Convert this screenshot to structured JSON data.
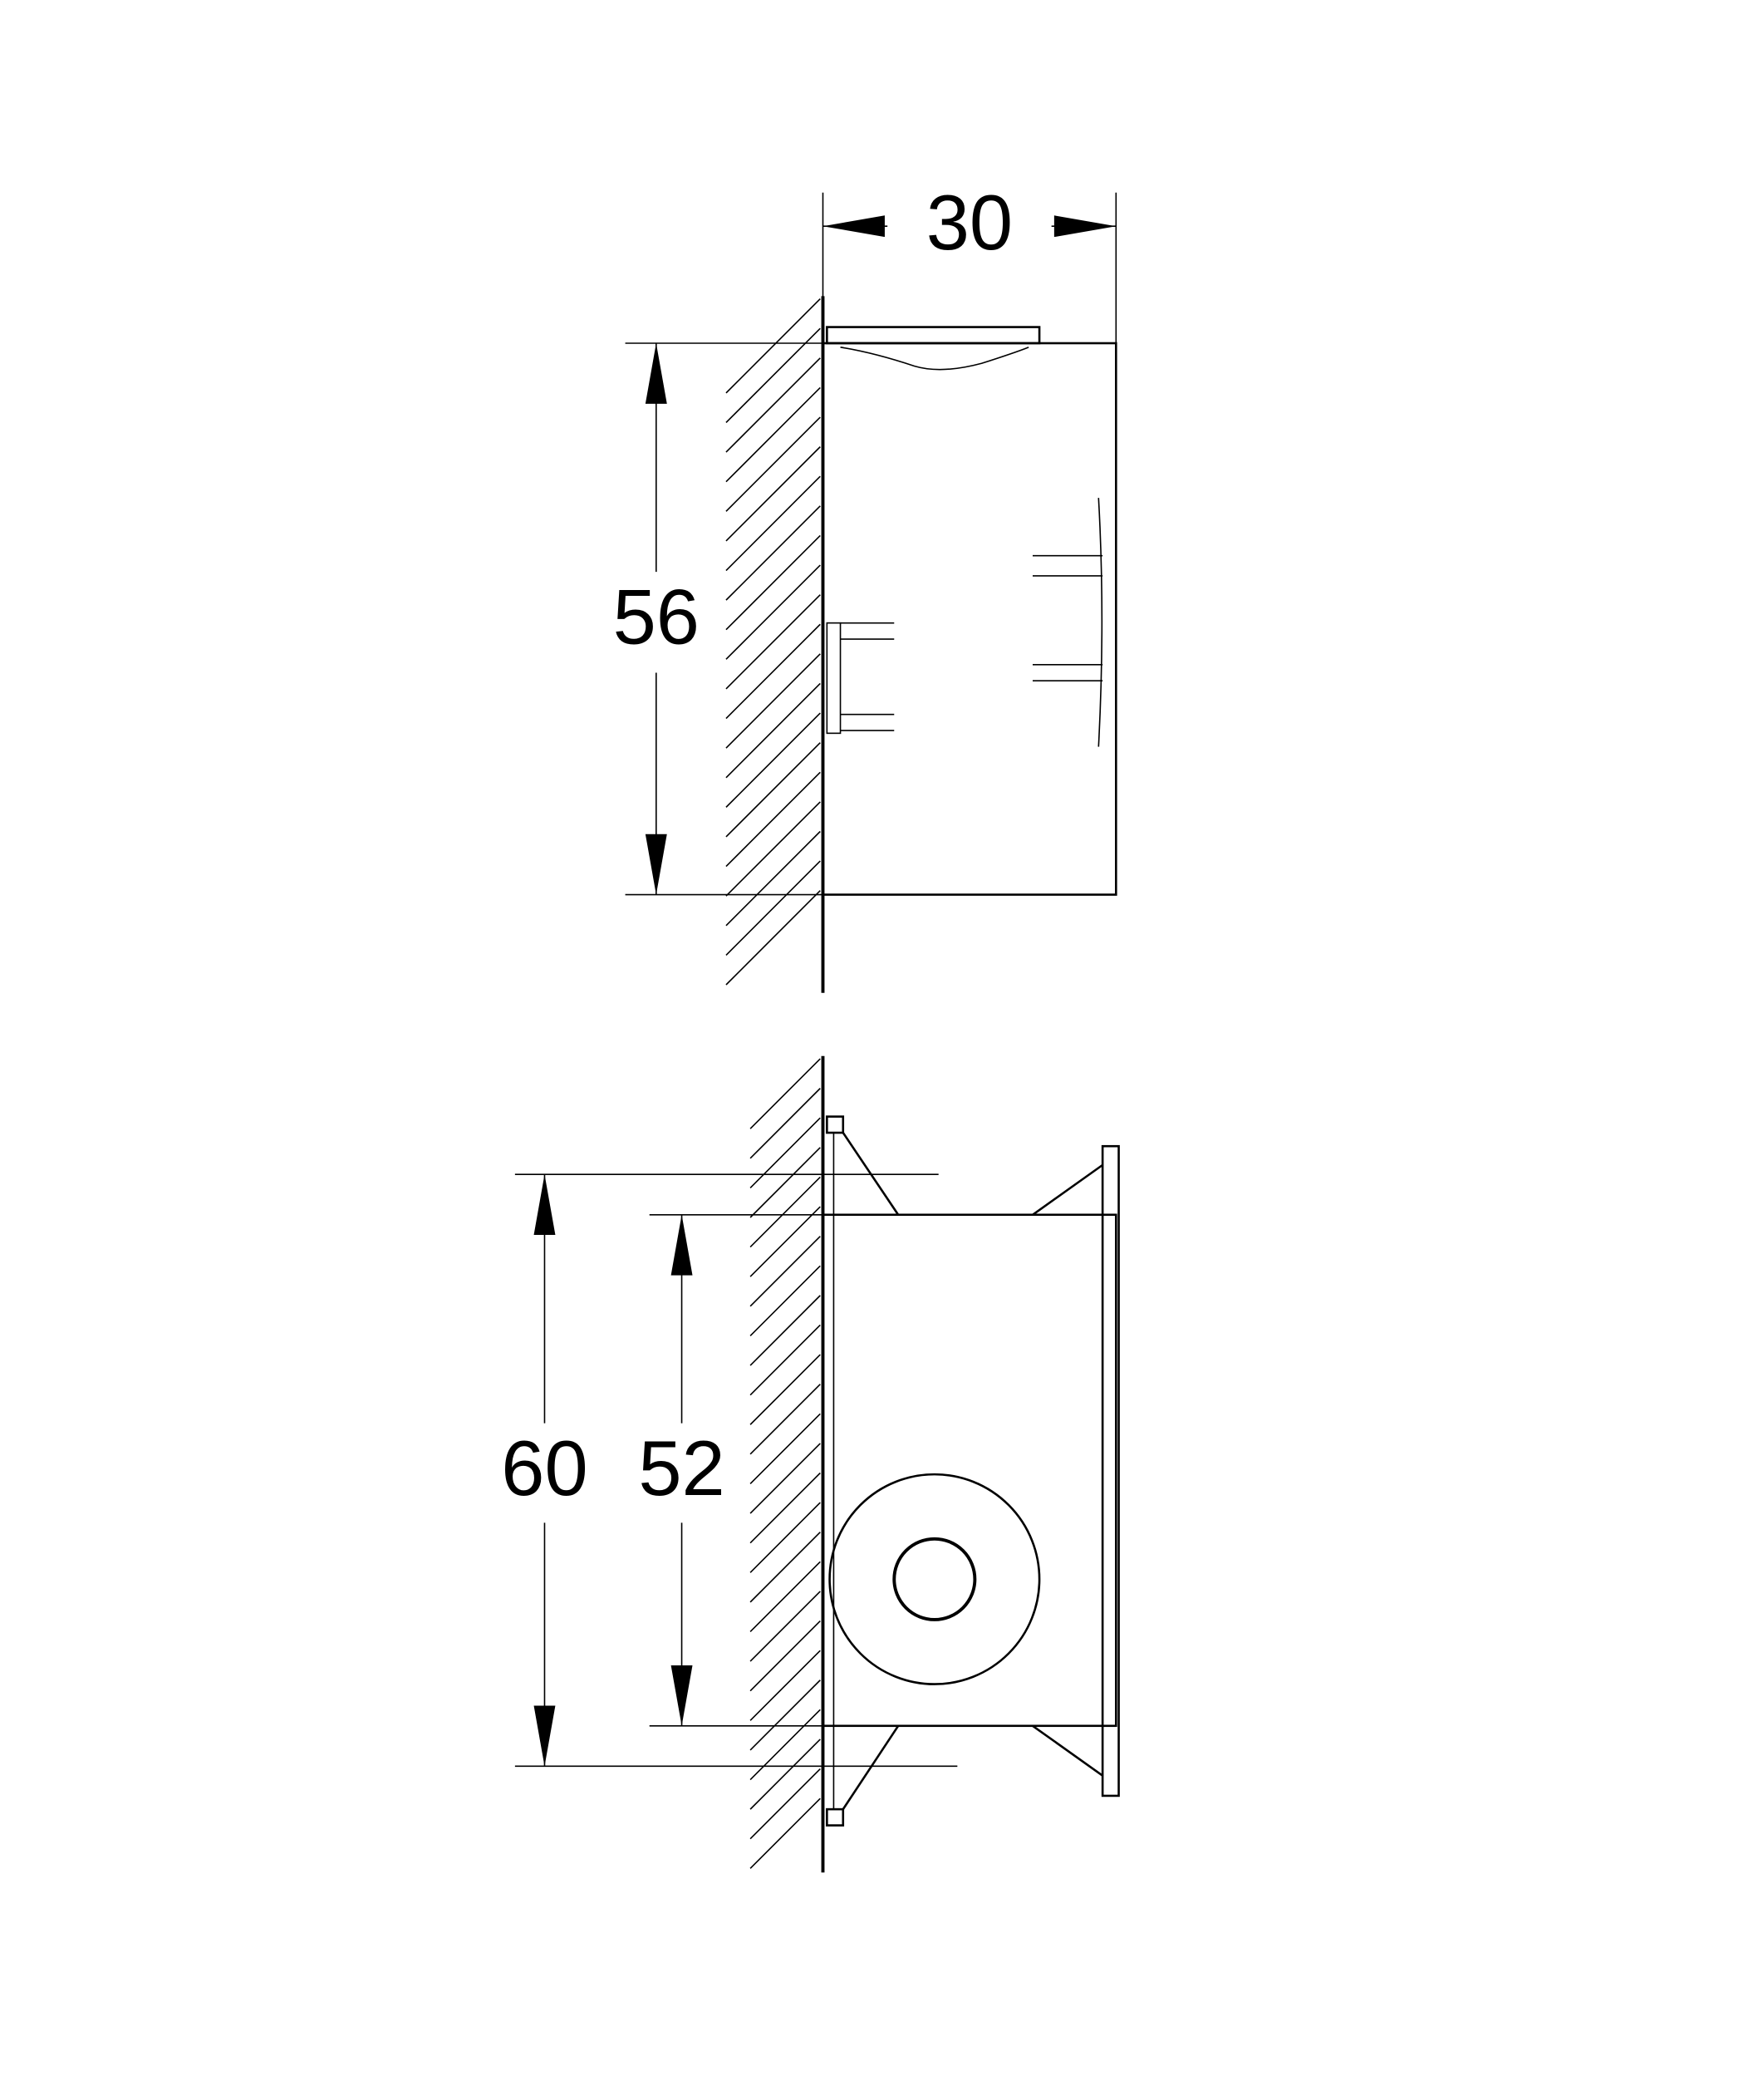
{
  "side_view": {
    "dimensions": {
      "depth": "30",
      "height": "56"
    }
  },
  "front_view": {
    "dimensions": {
      "overall_height": "60",
      "body_height": "52"
    }
  },
  "colors": {
    "line": "#000000",
    "background": "#ffffff"
  }
}
